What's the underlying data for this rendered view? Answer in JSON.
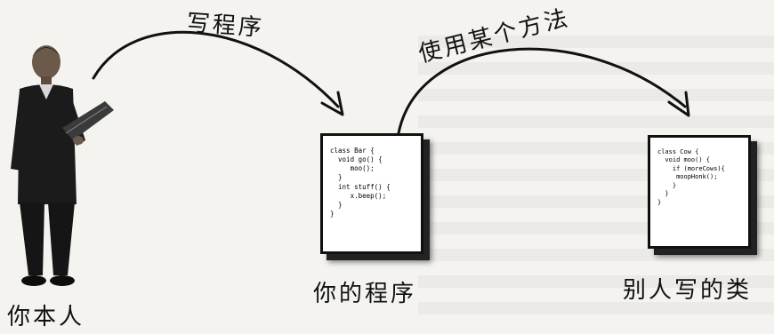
{
  "labels": {
    "arrow1": "写程序",
    "arrow2": "使用某个方法",
    "you": "你本人",
    "your_program": "你的程序",
    "other_class": "别人写的类"
  },
  "cards": {
    "your_program_code": "class Bar {\n  void go() {\n     moo();\n  }\n  int stuff() {\n     x.beep();\n  }\n}",
    "other_class_code": "class Cow {\n  void moo() {\n    if (moreCows){\n     moopHonk();\n    }\n  }\n}"
  }
}
